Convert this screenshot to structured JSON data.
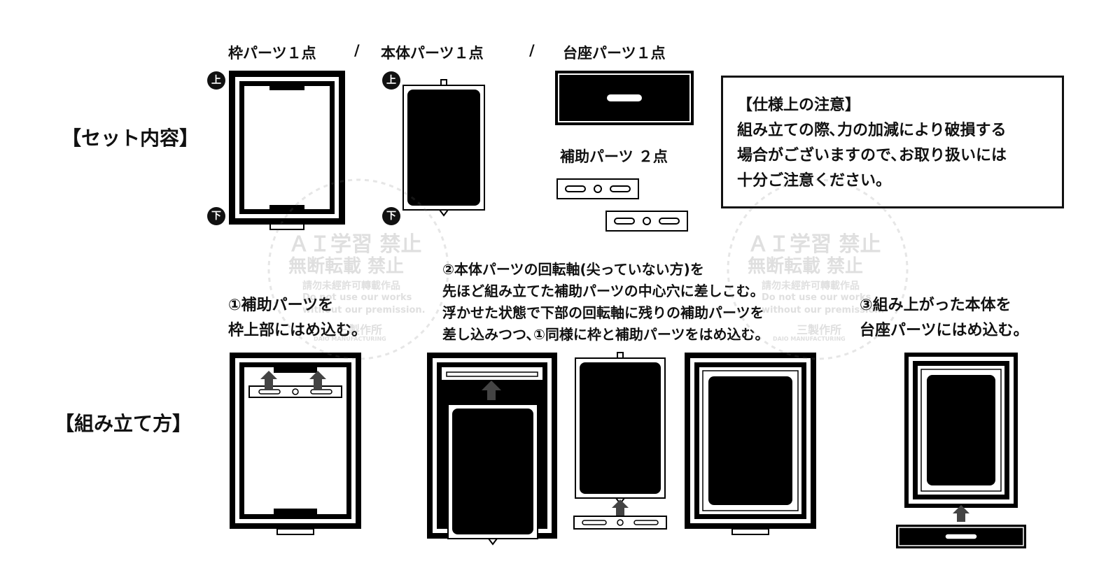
{
  "sections": {
    "set_contents": "【セット内容】",
    "assembly": "【組み立て方】"
  },
  "parts": {
    "frame": "枠パーツ１点",
    "sep1": "/",
    "body": "本体パーツ１点",
    "sep2": "/",
    "base": "台座パーツ１点",
    "aux": "補助パーツ ２点"
  },
  "badges": {
    "top": "上",
    "bottom": "下"
  },
  "notice": {
    "title": "【仕様上の注意】",
    "line1": "組み立ての際､力の加減により破損する",
    "line2": "場合がございますので､お取り扱いには",
    "line3": "十分ご注意ください。"
  },
  "steps": {
    "step1_line1": "①補助パーツを",
    "step1_line2": "枠上部にはめ込む。",
    "step2_line1": "②本体パーツの回転軸(尖っていない方)を",
    "step2_line2": "先ほど組み立てた補助パーツの中心穴に差しこむ。",
    "step2_line3": "浮かせた状態で下部の回転軸に残りの補助パーツを",
    "step2_line4": "差し込みつつ､①同様に枠と補助パーツをはめ込む。",
    "step3_line1": "③組み上がった本体を",
    "step3_line2": "台座パーツにはめ込む。"
  },
  "watermark": {
    "line1": "ＡＩ学習 禁止",
    "line2": "無断転載 禁止",
    "line3": "請勿未經許可轉載作品",
    "line4": "Do not use our works",
    "line5": "without our premission.",
    "brand": "三製作所",
    "brand_sub": "DAIO MANUFACTURING"
  },
  "colors": {
    "ink": "#111111",
    "paper": "#ffffff",
    "watermark": "#888888"
  }
}
